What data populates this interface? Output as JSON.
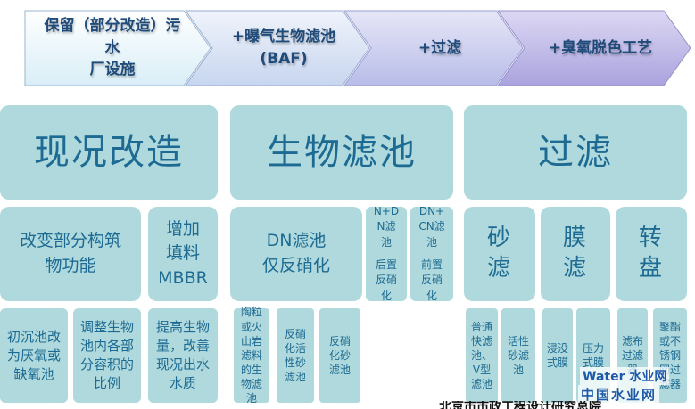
{
  "colors": {
    "box_fill": "#afd9dc",
    "box_text": "#1d6a92",
    "chevron_text": "#1f4b7a",
    "chevron_1": "#eaf6fb",
    "chevron_2": "#d8e3f5",
    "chevron_3": "#c8cdee",
    "chevron_4": "#bcb7e6"
  },
  "chevrons": [
    {
      "label": "保留（部分改造）污水\n厂设施"
    },
    {
      "label": "+曝气生物滤池\n(BAF)"
    },
    {
      "label": "+过滤"
    },
    {
      "label": "+臭氧脱色工艺"
    }
  ],
  "categories": [
    {
      "label": "现况改造"
    },
    {
      "label": "生物滤池"
    },
    {
      "label": "过滤"
    }
  ],
  "level2": {
    "a": "改变部分构筑\n物功能",
    "b": "增加\n填料\nMBBR",
    "c": "DN滤池\n仅反硝化",
    "d_top": "N+D\nN滤\n池",
    "d_bottom": "后置\n反硝\n化",
    "e_top": "DN+\nCN滤\n池",
    "e_bottom": "前置\n反硝\n化",
    "f": "砂\n滤",
    "g": "膜\n滤",
    "h": "转\n盘"
  },
  "level3": {
    "a1": "初沉池改\n为厌氧或\n缺氧池",
    "a2": "调整生物\n池内各部\n分容积的\n比例",
    "b1": "提高生物\n量，改善\n现况出水\n水质",
    "c1": "陶粒\n或火\n山岩\n滤料\n的生\n物滤\n池",
    "c2": "反硝\n化活\n性砂\n滤池",
    "c3": "反硝\n化砂\n滤池",
    "f1": "普通\n快滤\n池、\nV型\n滤池",
    "f2": "活性\n砂滤\n池",
    "g1": "浸没\n式膜",
    "g2": "压力\n式膜",
    "h1": "滤布\n过滤\n器",
    "h2": "聚酯\n或不\n锈钢\n网过\n滤器"
  },
  "watermark": {
    "brand": "Water 水业网",
    "site": "中国水业网",
    "bottom_text": "北京市市政工程设计研究总院"
  }
}
